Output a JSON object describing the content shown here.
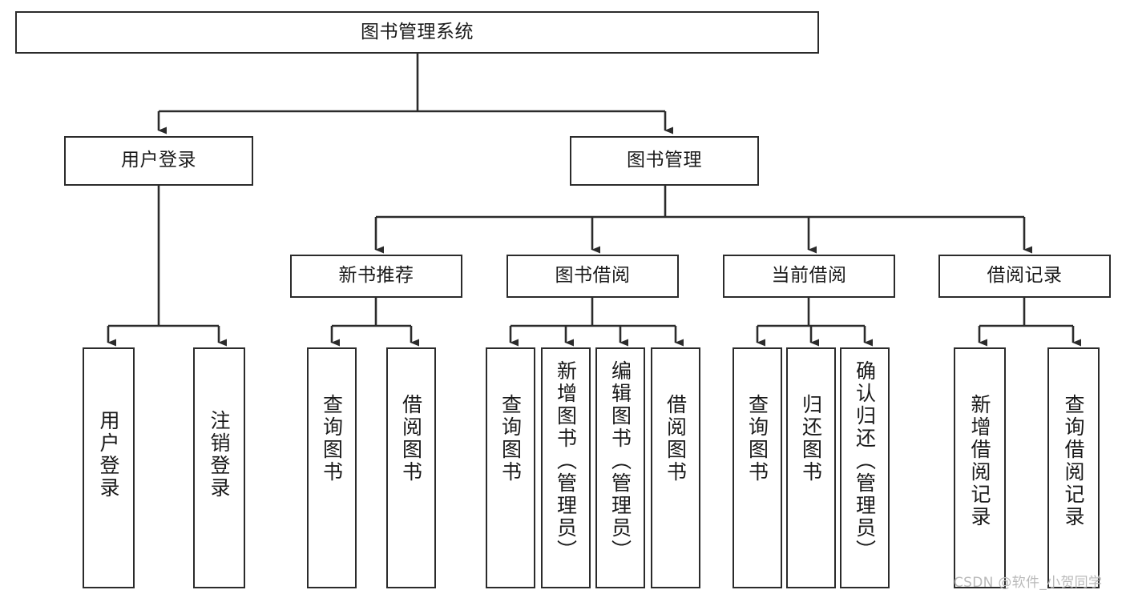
{
  "diagram": {
    "type": "tree-hierarchy",
    "title": "图书管理系统",
    "root": {
      "id": "root",
      "label": "图书管理系统"
    },
    "level2": [
      {
        "id": "user-login",
        "label": "用户登录"
      },
      {
        "id": "book-manage",
        "label": "图书管理"
      }
    ],
    "level3": [
      {
        "id": "new-book-rec",
        "label": "新书推荐",
        "parent": "book-manage"
      },
      {
        "id": "book-borrow",
        "label": "图书借阅",
        "parent": "book-manage"
      },
      {
        "id": "current-borrow",
        "label": "当前借阅",
        "parent": "book-manage"
      },
      {
        "id": "borrow-record",
        "label": "借阅记录",
        "parent": "book-manage"
      }
    ],
    "leaves": [
      {
        "id": "leaf-user-login",
        "label": "用户登录",
        "parent": "user-login"
      },
      {
        "id": "leaf-logout-login",
        "label": "注销登录",
        "parent": "user-login"
      },
      {
        "id": "leaf-query-book-1",
        "label": "查询图书",
        "parent": "new-book-rec"
      },
      {
        "id": "leaf-borrow-book-1",
        "label": "借阅图书",
        "parent": "new-book-rec"
      },
      {
        "id": "leaf-query-book-2",
        "label": "查询图书",
        "parent": "book-borrow"
      },
      {
        "id": "leaf-add-book",
        "label": "新增图书（管理员）",
        "parent": "book-borrow"
      },
      {
        "id": "leaf-edit-book",
        "label": "编辑图书（管理员）",
        "parent": "book-borrow"
      },
      {
        "id": "leaf-borrow-book-2",
        "label": "借阅图书",
        "parent": "book-borrow"
      },
      {
        "id": "leaf-query-book-3",
        "label": "查询图书",
        "parent": "current-borrow"
      },
      {
        "id": "leaf-return-book",
        "label": "归还图书",
        "parent": "current-borrow"
      },
      {
        "id": "leaf-confirm-return",
        "label": "确认归还（管理员）",
        "parent": "current-borrow"
      },
      {
        "id": "leaf-add-record",
        "label": "新增借阅记录",
        "parent": "borrow-record"
      },
      {
        "id": "leaf-query-record",
        "label": "查询借阅记录",
        "parent": "borrow-record"
      }
    ],
    "colors": {
      "stroke": "#2b2b2b",
      "fill": "#ffffff",
      "text": "#1a1a1a",
      "watermark": "#b9b9b9"
    }
  },
  "watermark": {
    "text": "CSDN @软件_小贺同学"
  }
}
